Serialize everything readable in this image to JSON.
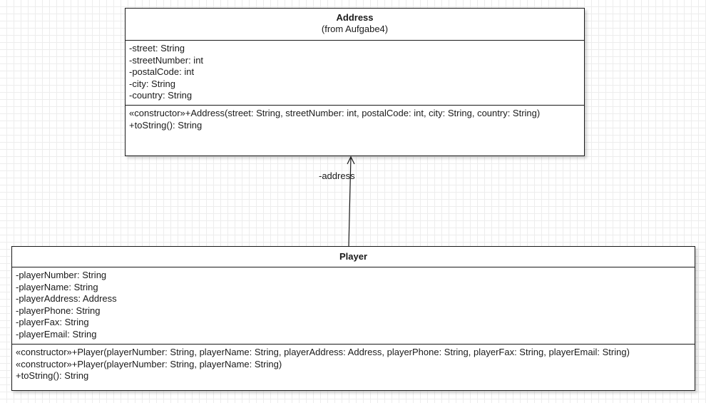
{
  "address_class": {
    "name": "Address",
    "stereotype": "(from Aufgabe4)",
    "attributes": [
      "-street: String",
      "-streetNumber: int",
      "-postalCode: int",
      "-city: String",
      "-country: String"
    ],
    "operations": [
      "«constructor»+Address(street: String, streetNumber: int, postalCode: int, city: String, country: String)",
      "+toString(): String"
    ]
  },
  "player_class": {
    "name": "Player",
    "attributes": [
      "-playerNumber: String",
      "-playerName: String",
      "-playerAddress: Address",
      "-playerPhone: String",
      "-playerFax: String",
      "-playerEmail: String"
    ],
    "operations": [
      "«constructor»+Player(playerNumber: String, playerName: String, playerAddress: Address, playerPhone: String, playerFax: String, playerEmail: String)",
      "«constructor»+Player(playerNumber: String, playerName: String)",
      "+toString(): String"
    ]
  },
  "association": {
    "role_label": "-address"
  }
}
